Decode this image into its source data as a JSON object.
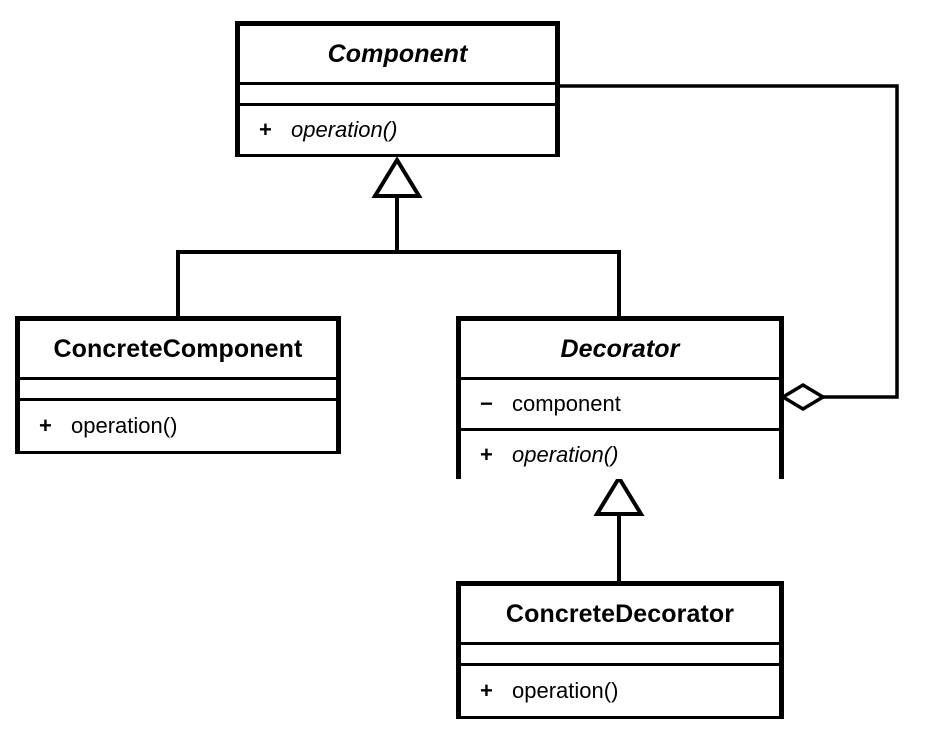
{
  "diagram": {
    "type": "uml-class-diagram",
    "pattern": "Decorator",
    "background_color": "#ffffff",
    "line_color": "#000000",
    "fill_color": "#ffffff"
  },
  "classes": [
    {
      "id": "component",
      "name": "Component",
      "abstract": true,
      "attributes": [],
      "operations": [
        {
          "visibility": "+",
          "name": "operation()",
          "abstract": true
        }
      ]
    },
    {
      "id": "concretecomponent",
      "name": "ConcreteComponent",
      "abstract": false,
      "attributes": [],
      "operations": [
        {
          "visibility": "+",
          "name": "operation()",
          "abstract": false
        }
      ]
    },
    {
      "id": "decorator",
      "name": "Decorator",
      "abstract": true,
      "attributes": [
        {
          "visibility": "−",
          "name": "component",
          "abstract": false
        }
      ],
      "operations": [
        {
          "visibility": "+",
          "name": "operation()",
          "abstract": true
        }
      ]
    },
    {
      "id": "concretedecorator",
      "name": "ConcreteDecorator",
      "abstract": false,
      "attributes": [],
      "operations": [
        {
          "visibility": "+",
          "name": "operation()",
          "abstract": false
        }
      ]
    }
  ],
  "relationships": [
    {
      "id": "gen-concretecomponent-component",
      "kind": "generalization",
      "from": "ConcreteComponent",
      "to": "Component",
      "arrowhead": "hollow-triangle"
    },
    {
      "id": "gen-decorator-component",
      "kind": "generalization",
      "from": "Decorator",
      "to": "Component",
      "arrowhead": "hollow-triangle"
    },
    {
      "id": "gen-concretedecorator-decorator",
      "kind": "generalization",
      "from": "ConcreteDecorator",
      "to": "Decorator",
      "arrowhead": "hollow-triangle"
    },
    {
      "id": "agg-decorator-component",
      "kind": "aggregation",
      "from": "Decorator",
      "to": "Component",
      "arrowhead": "hollow-diamond"
    }
  ]
}
